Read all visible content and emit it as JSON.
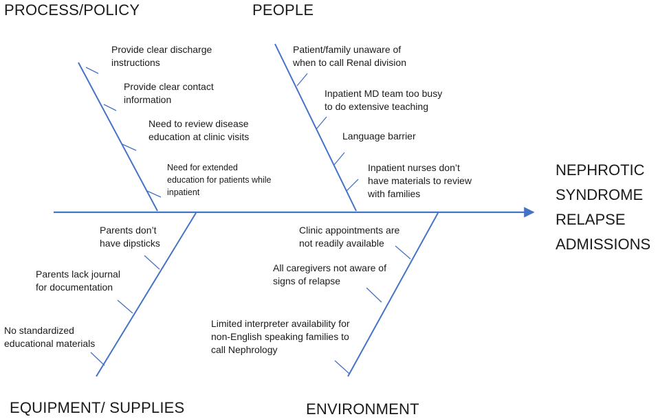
{
  "diagram": {
    "type": "fishbone",
    "colors": {
      "line": "#4472C4",
      "text": "#1a1a1a",
      "background": "#ffffff"
    },
    "effect": {
      "lines": [
        "NEPHROTIC",
        "SYNDROME",
        "RELAPSE",
        "ADMISSIONS"
      ]
    },
    "categories": {
      "process_policy": {
        "label": "PROCESS/POLICY",
        "causes": [
          {
            "lines": [
              "Provide clear discharge",
              "instructions"
            ]
          },
          {
            "lines": [
              "Provide clear contact",
              "information"
            ]
          },
          {
            "lines": [
              "Need  to review disease",
              "education at clinic visits"
            ]
          },
          {
            "lines": [
              "Need  for extended",
              "education for patients while",
              "inpatient"
            ]
          }
        ]
      },
      "people": {
        "label": "PEOPLE",
        "causes": [
          {
            "lines": [
              "Patient/family unaware of",
              "when to call Renal division"
            ]
          },
          {
            "lines": [
              "Inpatient MD team too busy",
              "to do extensive teaching"
            ]
          },
          {
            "lines": [
              "Language barrier"
            ]
          },
          {
            "lines": [
              "Inpatient nurses don’t",
              "have materials to review",
              "with families"
            ]
          }
        ]
      },
      "equipment_supplies": {
        "label": "EQUIPMENT/ SUPPLIES",
        "causes": [
          {
            "lines": [
              "Parents don’t",
              "have dipsticks"
            ]
          },
          {
            "lines": [
              "Parents lack journal",
              "for documentation"
            ]
          },
          {
            "lines": [
              "No standardized",
              "educational materials"
            ]
          }
        ]
      },
      "environment": {
        "label": "ENVIRONMENT",
        "causes": [
          {
            "lines": [
              "Clinic appointments are",
              "not readily available"
            ]
          },
          {
            "lines": [
              "All caregivers not aware of",
              "signs of relapse"
            ]
          },
          {
            "lines": [
              "Limited interpreter availability for",
              "non-English speaking families to",
              "call Nephrology"
            ]
          }
        ]
      }
    }
  }
}
